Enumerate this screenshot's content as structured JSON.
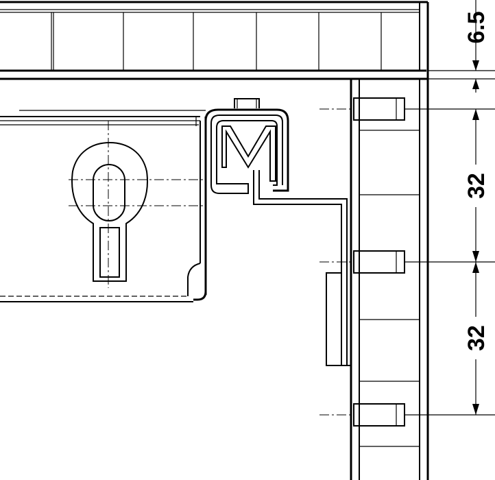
{
  "dimensions": {
    "top_gap": "6.5",
    "pitch_upper": "32",
    "pitch_lower": "32"
  },
  "colors": {
    "line": "#000000",
    "background": "#ffffff"
  }
}
